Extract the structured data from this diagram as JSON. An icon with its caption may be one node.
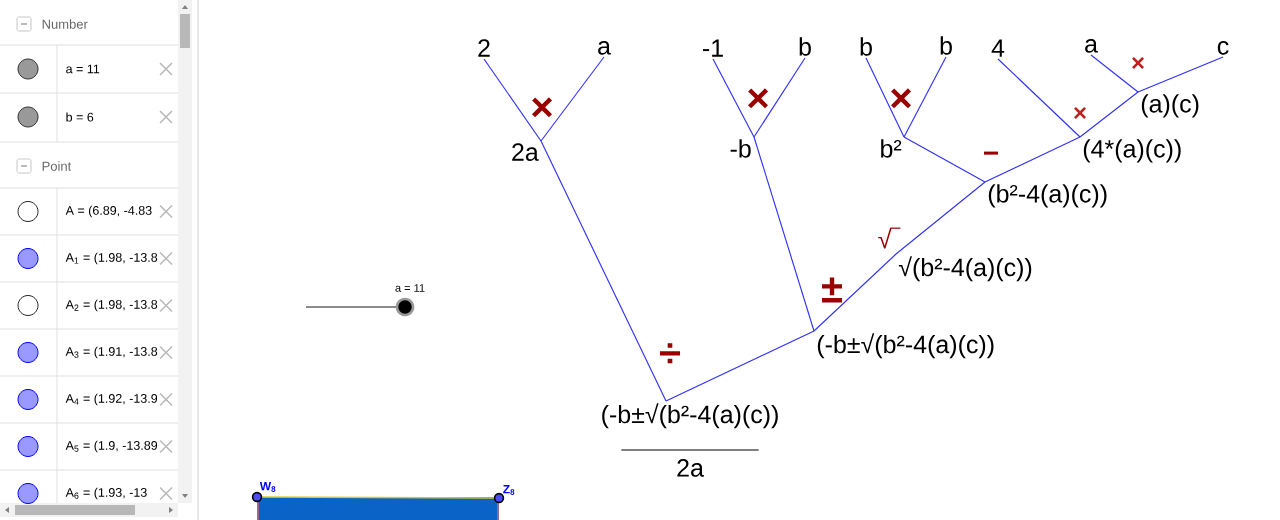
{
  "diagram": {
    "nodes": [
      {
        "text": [
          "2"
        ]
      },
      {
        "text": [
          "a"
        ]
      },
      {
        "text": [
          "-1"
        ]
      },
      {
        "text": [
          "b"
        ]
      },
      {
        "text": [
          "b"
        ]
      },
      {
        "text": [
          "b"
        ]
      },
      {
        "text": [
          "4"
        ]
      },
      {
        "text": [
          "a"
        ]
      },
      {
        "text": [
          "c"
        ]
      },
      {
        "text": [
          "2a"
        ]
      },
      {
        "text": [
          "-b"
        ]
      },
      {
        "text": [
          "b²"
        ]
      },
      {
        "text": [
          "(a)(c)"
        ]
      },
      {
        "text": [
          "(4*(a)(c))"
        ]
      },
      {
        "text": [
          "(b²-4(a)(c))"
        ]
      },
      {
        "text": [
          "√(b²-4(a)(c))"
        ]
      },
      {
        "text": [
          "(-b±√(b²-4(a)(c))"
        ]
      },
      {
        "text": [
          "(-b±√(b²-4(a)(c))",
          "2a"
        ]
      }
    ],
    "edges": [
      {
        "from": 0,
        "to": 9,
        "arrow": "none"
      },
      {
        "from": 1,
        "to": 9,
        "arrow": "none"
      },
      {
        "from": 2,
        "to": 10,
        "arrow": "none"
      },
      {
        "from": 3,
        "to": 10,
        "arrow": "none"
      },
      {
        "from": 4,
        "to": 11,
        "arrow": "none"
      },
      {
        "from": 5,
        "to": 11,
        "arrow": "none"
      },
      {
        "from": 7,
        "to": 12,
        "arrow": "none"
      },
      {
        "from": 8,
        "to": 12,
        "arrow": "none"
      },
      {
        "from": 6,
        "to": 13,
        "arrow": "none"
      },
      {
        "from": 12,
        "to": 13,
        "arrow": "none"
      },
      {
        "from": 11,
        "to": 14,
        "arrow": "none"
      },
      {
        "from": 13,
        "to": 14,
        "arrow": "none"
      },
      {
        "from": 14,
        "to": 15,
        "arrow": "none"
      },
      {
        "from": 15,
        "to": 16,
        "arrow": "none"
      },
      {
        "from": 10,
        "to": 16,
        "arrow": "none"
      },
      {
        "from": 9,
        "to": 17,
        "arrow": "none"
      },
      {
        "from": 16,
        "to": 17,
        "arrow": "none"
      }
    ],
    "labels": [
      "Number",
      "a = 11",
      "b = 6",
      "Point",
      "A = (6.89, -4.83",
      "A$_{1}$ = (1.98, -13.8",
      "A$_{2}$ = (1.98, -13.8",
      "A$_{3}$ = (1.91, -13.8",
      "A$_{4}$ = (1.92, -13.9",
      "A$_{5}$ = (1.9, -13.89",
      "A$_{6}$ = (1.93, -13",
      "×",
      "×",
      "×",
      "×",
      "×",
      "−",
      "√",
      "a = 11",
      "±",
      "÷",
      "W$_{8}$",
      "Z$_{8}$"
    ]
  }
}
